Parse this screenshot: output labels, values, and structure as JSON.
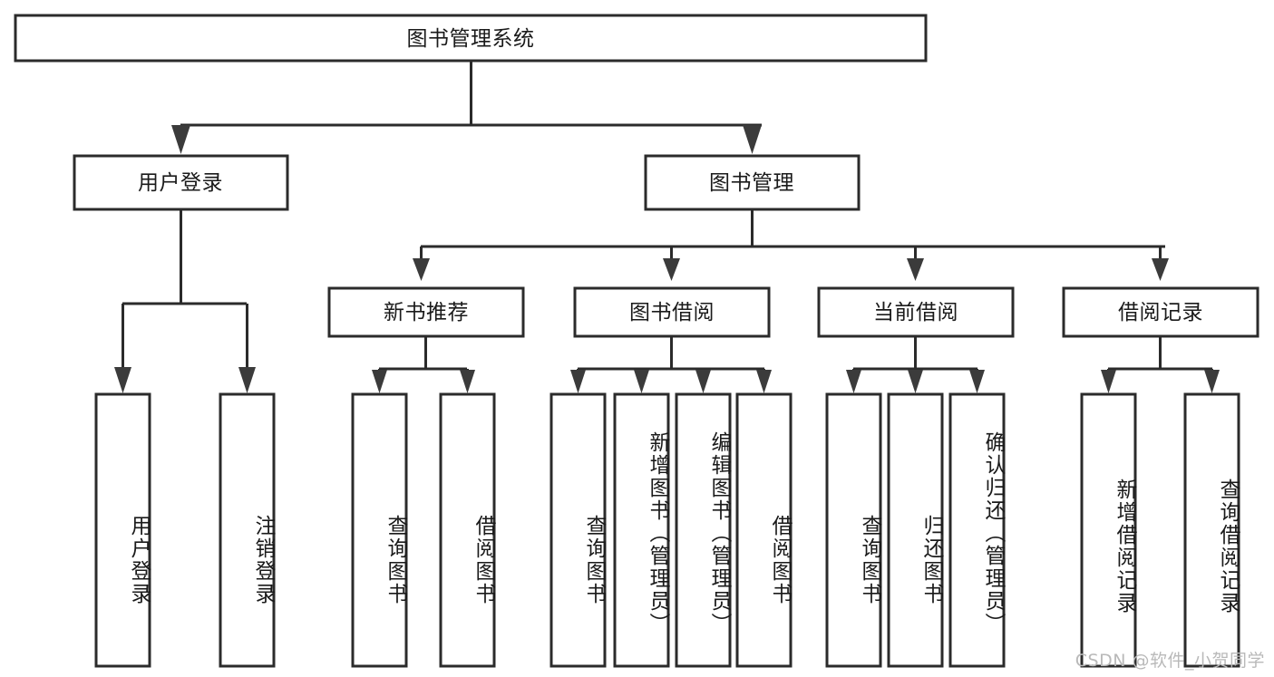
{
  "diagram": {
    "type": "tree-hierarchy",
    "title": "图书管理系统",
    "watermark": "CSDN @软件_小贺同学",
    "colors": {
      "box_stroke": "#2b2b2b",
      "box_fill": "#ffffff",
      "connector": "#2b2b2b",
      "text": "#1a1a1a",
      "watermark": "#b9b9b9",
      "background": "#ffffff"
    },
    "levels": {
      "root": {
        "label": "图书管理系统"
      },
      "level2": [
        {
          "label": "用户登录"
        },
        {
          "label": "图书管理"
        }
      ],
      "level3": [
        {
          "label": "新书推荐"
        },
        {
          "label": "图书借阅"
        },
        {
          "label": "当前借阅"
        },
        {
          "label": "借阅记录"
        }
      ],
      "leaves": {
        "user_login": [
          {
            "label": "用户登录"
          },
          {
            "label": "注销登录"
          }
        ],
        "new_book_recommend": [
          {
            "label": "查询图书"
          },
          {
            "label": "借阅图书"
          }
        ],
        "book_borrow": [
          {
            "label": "查询图书"
          },
          {
            "label": "新增图书（管理员）"
          },
          {
            "label": "编辑图书（管理员）"
          },
          {
            "label": "借阅图书"
          }
        ],
        "current_borrow": [
          {
            "label": "查询图书"
          },
          {
            "label": "归还图书"
          },
          {
            "label": "确认归还（管理员）"
          }
        ],
        "borrow_record": [
          {
            "label": "新增借阅记录"
          },
          {
            "label": "查询借阅记录"
          }
        ]
      }
    }
  }
}
